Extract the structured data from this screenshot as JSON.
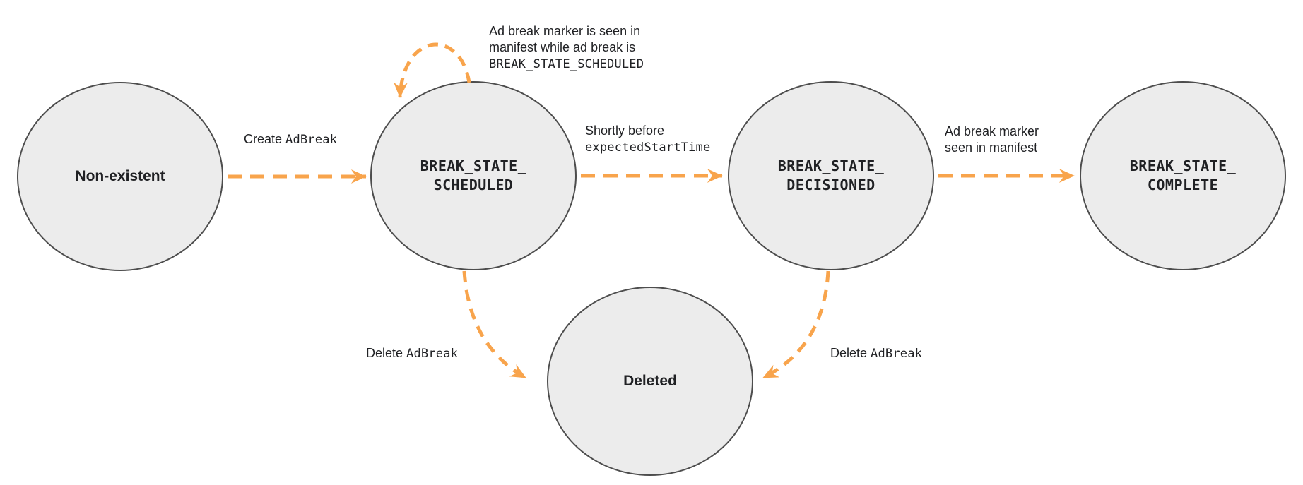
{
  "diagram": {
    "title_hint": "Ad break state machine",
    "colors": {
      "arrow": "#F8A44C",
      "state_fill": "#ECECEC",
      "state_border": "#4D4D4D",
      "text": "#202124",
      "background": "#FFFFFF"
    },
    "states": {
      "non_existent": {
        "label": "Non-existent"
      },
      "scheduled": {
        "line1": "BREAK_STATE_",
        "line2": "SCHEDULED"
      },
      "decisioned": {
        "line1": "BREAK_STATE_",
        "line2": "DECISIONED"
      },
      "complete": {
        "line1": "BREAK_STATE_",
        "line2": "COMPLETE"
      },
      "deleted": {
        "label": "Deleted"
      }
    },
    "transitions": {
      "create": {
        "sans": "Create ",
        "mono": "AdBreak"
      },
      "self_loop": {
        "line1": "Ad break marker is seen in",
        "line2": "manifest while ad break is",
        "line3_mono": "BREAK_STATE_SCHEDULED"
      },
      "decision": {
        "line1_sans": "Shortly before",
        "line2_mono": "expectedStartTime"
      },
      "complete": {
        "line1": "Ad break marker",
        "line2": "seen in manifest"
      },
      "delete_left": {
        "sans": "Delete ",
        "mono": "AdBreak"
      },
      "delete_right": {
        "sans": "Delete ",
        "mono": "AdBreak"
      }
    }
  }
}
